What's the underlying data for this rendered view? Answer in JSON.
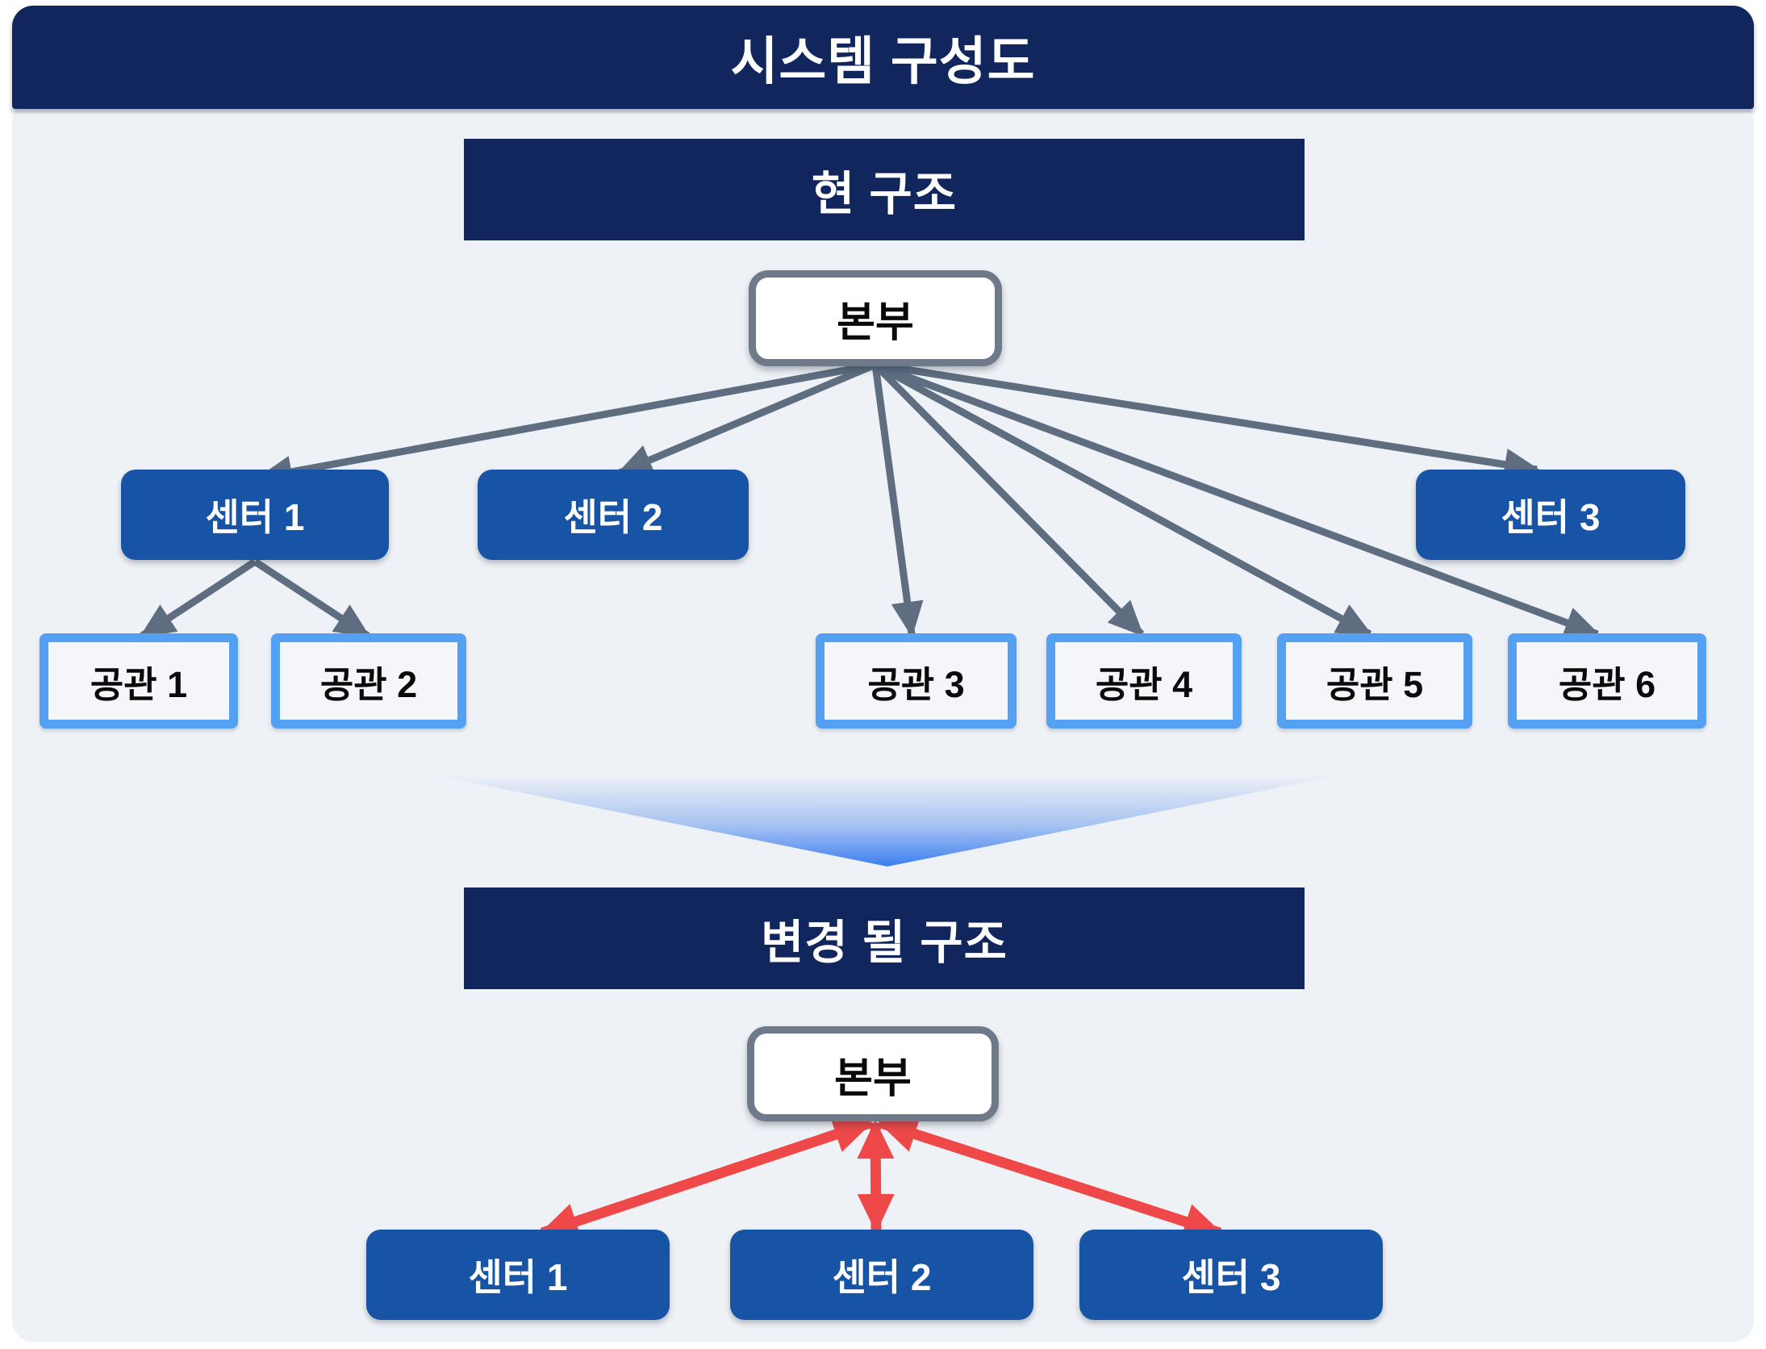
{
  "title": "시스템 구성도",
  "sections": {
    "current": {
      "header": "현 구조",
      "hq": "본부",
      "centers": [
        "센터 1",
        "센터 2",
        "센터 3"
      ],
      "branches": [
        "공관 1",
        "공관 2",
        "공관 3",
        "공관 4",
        "공관 5",
        "공관 6"
      ]
    },
    "future": {
      "header": "변경 될 구조",
      "hq": "본부",
      "centers": [
        "센터 1",
        "센터 2",
        "센터 3"
      ]
    }
  },
  "colors": {
    "title_bar": "#12265e",
    "section_header": "#12265e",
    "center_box": "#1754a6",
    "branch_border": "#54a1f3",
    "hq_border": "#6e7a8a",
    "arrow_gray": "#5f6d80",
    "arrow_red": "#ee4848",
    "chevron_blue": "#3d7ff0",
    "canvas_bg": "#eef1f5"
  }
}
